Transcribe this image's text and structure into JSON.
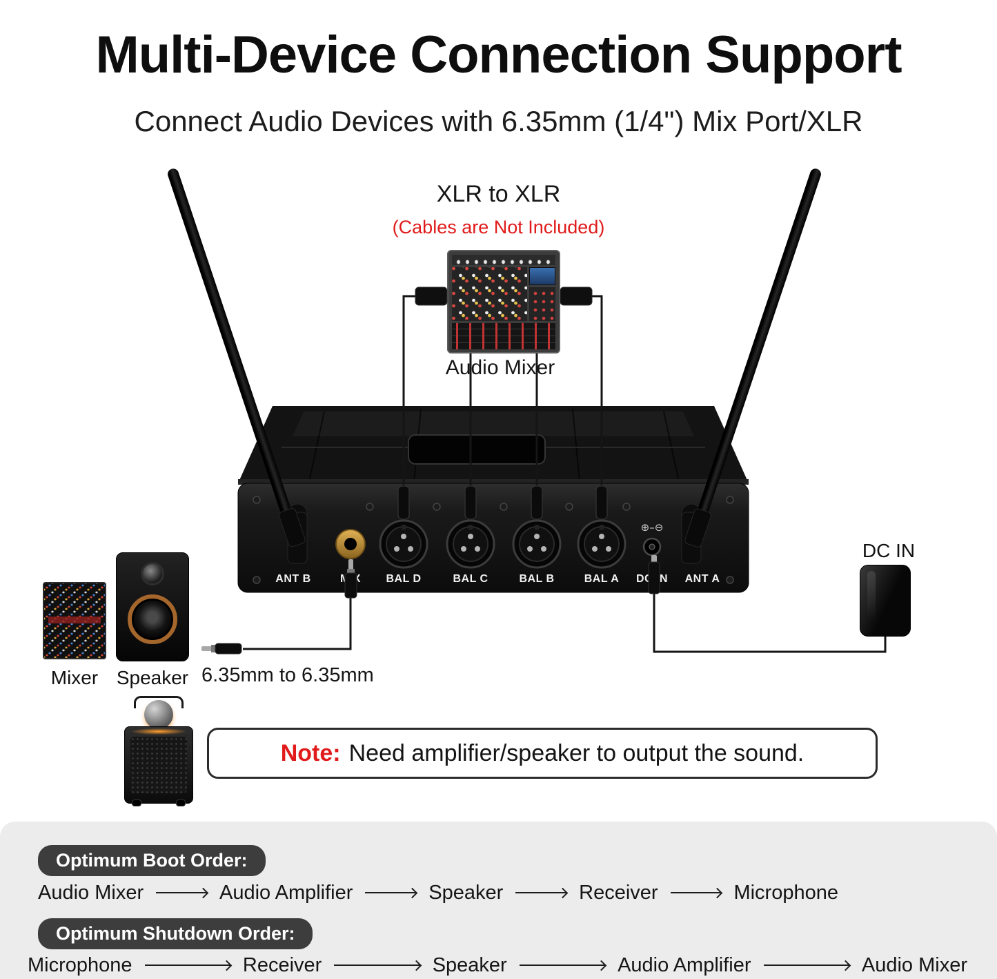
{
  "header": {
    "title": "Multi-Device Connection Support",
    "subtitle": "Connect Audio Devices with 6.35mm (1/4\") Mix Port/XLR"
  },
  "xlr_connection": {
    "label": "XLR to XLR",
    "cables_note": "(Cables are Not Included)",
    "device_label": "Audio Mixer"
  },
  "receiver": {
    "ports": [
      "ANT B",
      "MIX",
      "BAL D",
      "BAL C",
      "BAL B",
      "BAL A",
      "DC IN",
      "ANT A"
    ],
    "polarity_icon": "⊕–⊖"
  },
  "output_devices": {
    "mixer_label": "Mixer",
    "speaker_label": "Speaker",
    "cable_label": "6.35mm to 6.35mm"
  },
  "power": {
    "label": "DC IN"
  },
  "note": {
    "prefix": "Note:",
    "text": "Need amplifier/speaker to output the sound."
  },
  "boot_order": {
    "badge": "Optimum Boot Order:",
    "steps": [
      "Audio Mixer",
      "Audio Amplifier",
      "Speaker",
      "Receiver",
      "Microphone"
    ]
  },
  "shutdown_order": {
    "badge": "Optimum Shutdown Order:",
    "steps": [
      "Microphone",
      "Receiver",
      "Speaker",
      "Audio Amplifier",
      "Audio Mixer"
    ]
  },
  "colors": {
    "accent_red": "#e11b1b",
    "badge_bg": "#3d3d3d",
    "footer_bg": "#ececec",
    "body_bg": "#ffffff",
    "text": "#111111"
  }
}
